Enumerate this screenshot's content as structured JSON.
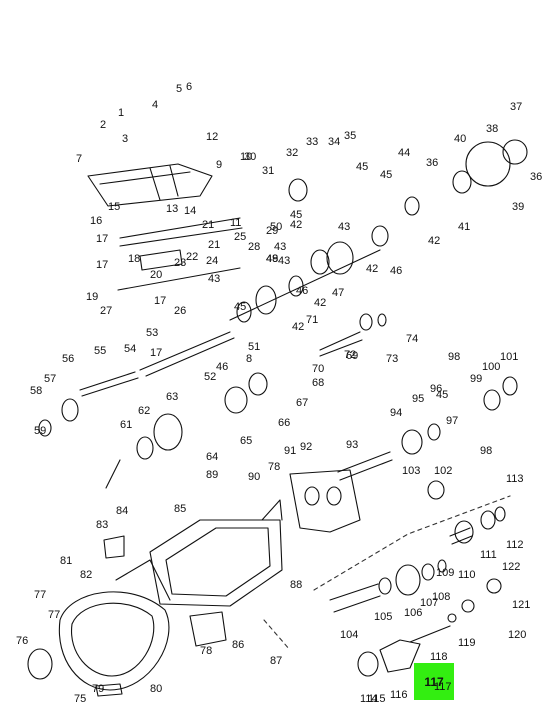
{
  "diagram": {
    "highlight_color": "#33ee11",
    "highlighted_callout": "117",
    "callouts": [
      "1",
      "2",
      "3",
      "4",
      "5",
      "6",
      "7",
      "8",
      "9",
      "10",
      "11",
      "12",
      "13",
      "14",
      "15",
      "16",
      "17",
      "17",
      "17",
      "17",
      "18",
      "19",
      "20",
      "21",
      "21",
      "22",
      "23",
      "24",
      "25",
      "26",
      "27",
      "28",
      "29",
      "30",
      "31",
      "32",
      "33",
      "34",
      "35",
      "36",
      "36",
      "37",
      "38",
      "39",
      "40",
      "41",
      "42",
      "42",
      "42",
      "42",
      "42",
      "43",
      "43",
      "43",
      "43",
      "44",
      "45",
      "45",
      "45",
      "45",
      "45",
      "46",
      "46",
      "46",
      "47",
      "48",
      "49",
      "50",
      "51",
      "52",
      "53",
      "54",
      "55",
      "56",
      "57",
      "58",
      "59",
      "61",
      "62",
      "63",
      "64",
      "65",
      "66",
      "67",
      "68",
      "69",
      "70",
      "71",
      "72",
      "73",
      "74",
      "75",
      "76",
      "77",
      "77",
      "78",
      "78",
      "79",
      "80",
      "81",
      "82",
      "83",
      "84",
      "85",
      "86",
      "87",
      "88",
      "89",
      "90",
      "91",
      "92",
      "93",
      "94",
      "95",
      "96",
      "97",
      "98",
      "98",
      "99",
      "100",
      "101",
      "102",
      "103",
      "104",
      "105",
      "106",
      "107",
      "108",
      "109",
      "110",
      "111",
      "112",
      "113",
      "114",
      "115",
      "116",
      "117",
      "118",
      "119",
      "120",
      "121",
      "122"
    ]
  }
}
